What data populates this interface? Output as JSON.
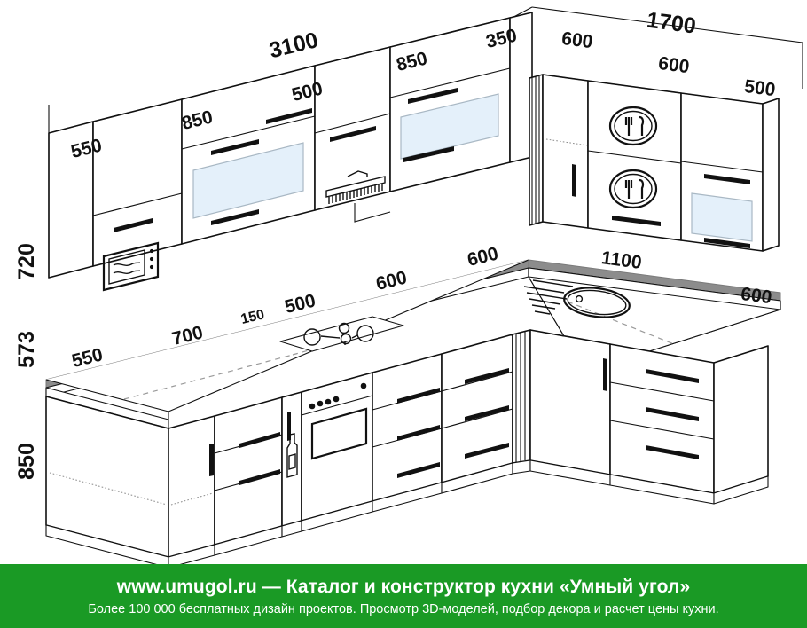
{
  "diagram": {
    "type": "isometric-kitchen-layout",
    "shape": "L-shaped corner kitchen",
    "wall_left_total": "3100",
    "wall_right_total": "1700",
    "heights": {
      "upper_cabinet_height": "720",
      "backsplash_gap": "573",
      "base_cabinet_height": "850"
    },
    "upper_row_left": [
      "550",
      "850",
      "500",
      "850",
      "350"
    ],
    "upper_row_right": [
      "600",
      "600",
      "500"
    ],
    "base_row_left": [
      "550",
      "700",
      "150",
      "500",
      "600",
      "600"
    ],
    "base_row_right": [
      "1100",
      "600"
    ],
    "labels": {
      "total_left": "3100",
      "total_right": "1700",
      "h_upper": "720",
      "h_gap": "573",
      "h_base": "850",
      "u1": "550",
      "u2": "850",
      "u3": "500",
      "u4": "850",
      "u5": "350",
      "r1": "600",
      "r2": "600",
      "r3": "500",
      "b1": "550",
      "b2": "700",
      "b3": "150",
      "b4": "500",
      "b5": "600",
      "b6": "600",
      "s1": "1100",
      "s2": "600"
    },
    "appliances": [
      {
        "name": "microwave",
        "icon": "microwave-icon"
      },
      {
        "name": "cooker hood",
        "icon": "hood-icon"
      },
      {
        "name": "glass door cabinet",
        "icon": "glass-panel"
      },
      {
        "name": "dish drainer upper",
        "icon": "dish-drainer-icon"
      },
      {
        "name": "dish drainer lower",
        "icon": "dish-drainer-icon"
      },
      {
        "name": "glass door cabinet right",
        "icon": "glass-panel"
      },
      {
        "name": "gas cooktop 4 burners",
        "icon": "cooktop-icon"
      },
      {
        "name": "oven",
        "icon": "oven-icon"
      },
      {
        "name": "bottle rack",
        "icon": "bottle-icon"
      },
      {
        "name": "round sink with drainboard",
        "icon": "sink-icon"
      }
    ],
    "colors": {
      "line": "#111111",
      "counter": "#8c8c8c",
      "glass": "#e4f0fa",
      "handle": "#111111",
      "banner": "#1a9a25"
    }
  },
  "banner": {
    "line1": "www.umugol.ru — Каталог и конструктор кухни «Умный угол»",
    "line2": "Более 100 000 бесплатных дизайн проектов. Просмотр 3D-моделей, подбор декора и расчет цены кухни."
  }
}
